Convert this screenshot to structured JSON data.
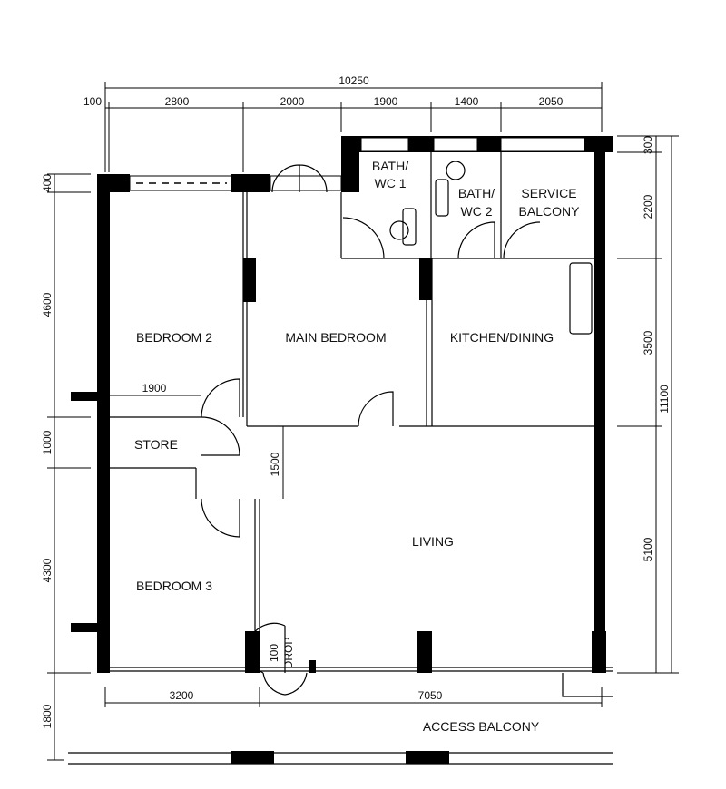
{
  "rooms": {
    "bedroom2": "BEDROOM 2",
    "main_bedroom": "MAIN BEDROOM",
    "kitchen": "KITCHEN/DINING",
    "store": "STORE",
    "living": "LIVING",
    "bedroom3": "BEDROOM 3",
    "bath1_l1": "BATH/",
    "bath1_l2": "WC 1",
    "bath2_l1": "BATH/",
    "bath2_l2": "WC 2",
    "service_l1": "SERVICE",
    "service_l2": "BALCONY",
    "access_balcony": "ACCESS BALCONY"
  },
  "dimensions": {
    "top_total": "10250",
    "top": [
      "100",
      "2800",
      "2000",
      "1900",
      "1400",
      "2050"
    ],
    "right": [
      "300",
      "2200",
      "3500",
      "5100"
    ],
    "right_total": "11100",
    "left": [
      "400",
      "4600",
      "1000",
      "4300",
      "1800"
    ],
    "bottom": [
      "3200",
      "7050"
    ],
    "store_width": "1900",
    "living_offset": "1500",
    "drop_value": "100",
    "drop_label": "DROP"
  }
}
